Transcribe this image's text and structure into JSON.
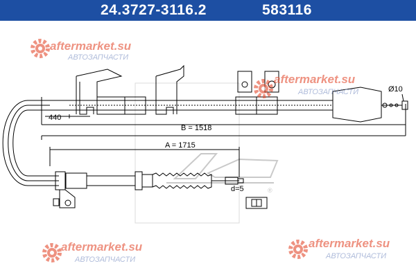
{
  "header": {
    "part_number": "24.3727-3116.2",
    "article_number": "583116",
    "background_color": "#1d4fa3"
  },
  "dimensions": {
    "a": "A = 1715",
    "b": "B = 1518",
    "offset": "440",
    "diameter": "Ø10",
    "d": "d=5"
  },
  "watermark": {
    "site": "aftermarket.su",
    "sub": "АВТОЗАПЧАСТИ",
    "color": "#e34b2f"
  },
  "registered_mark": "®"
}
